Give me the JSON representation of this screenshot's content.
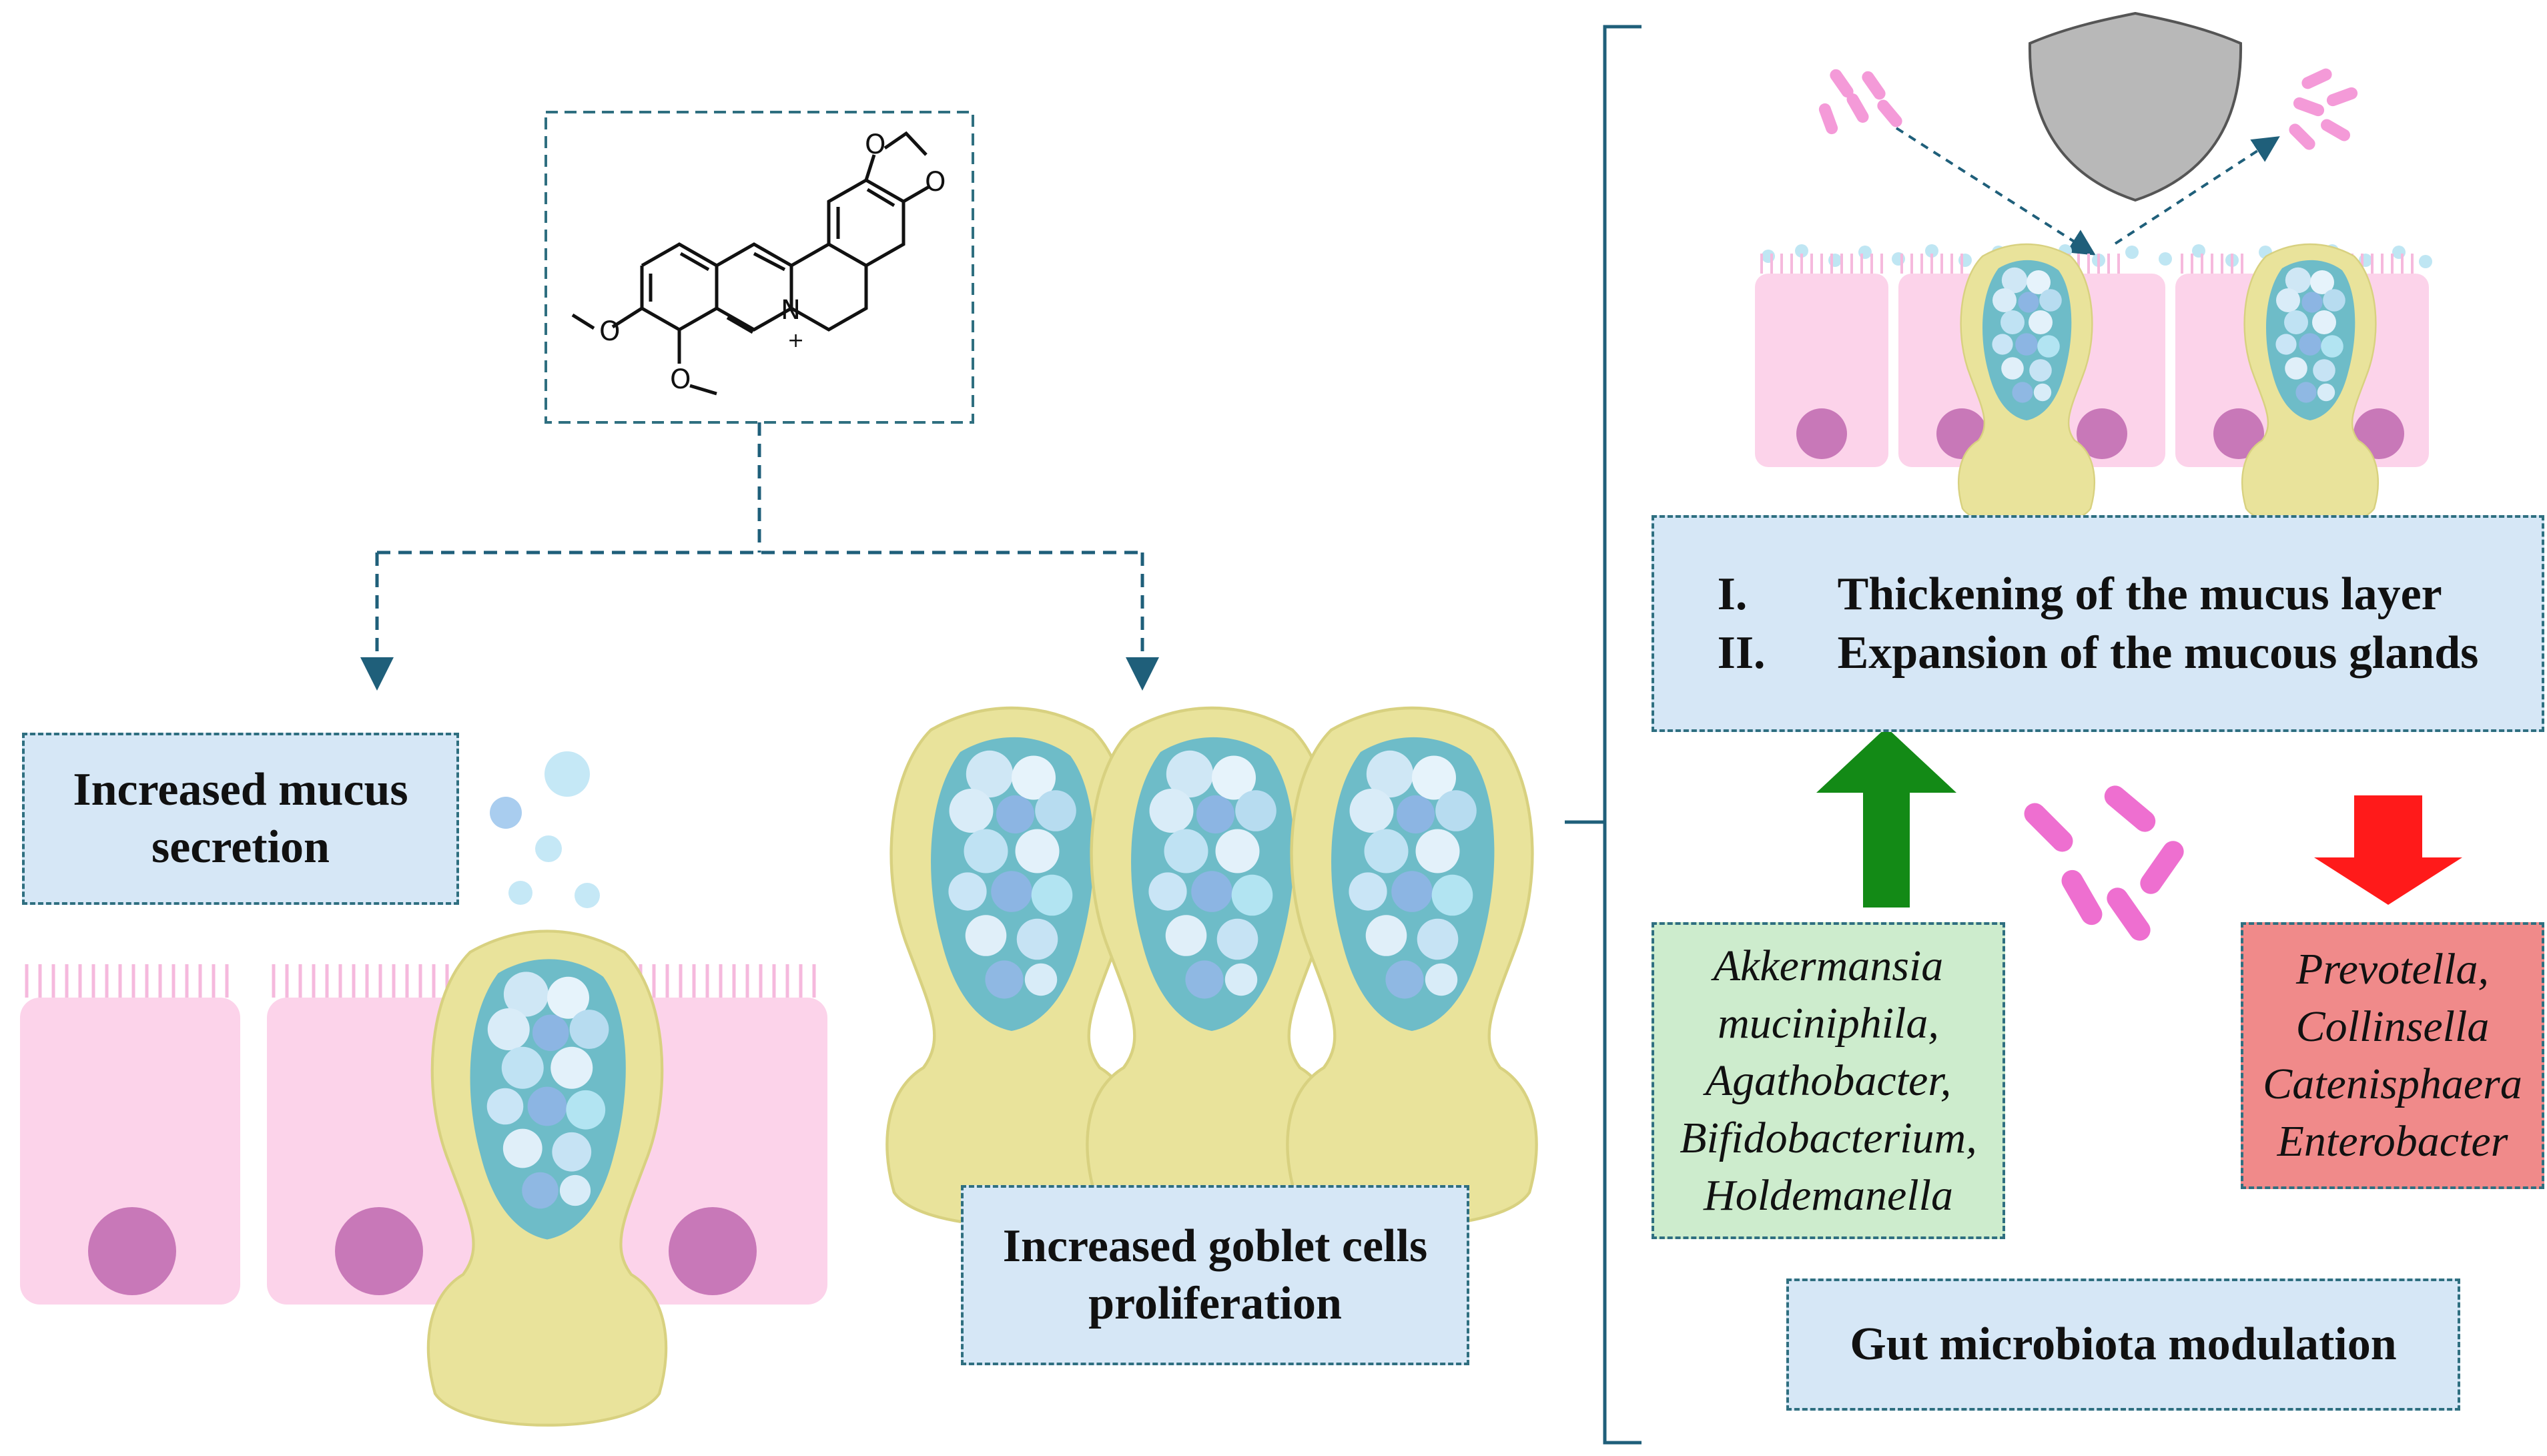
{
  "colors": {
    "connector": "#1f5f7a",
    "epithelium": "#fcd3ea",
    "nucleus": "#c878b8",
    "goblet": "#e9e39b",
    "mucus": "#b9e0ef",
    "bacteria": "#ee6fd0",
    "shield": "#b8b8b8",
    "up_arrow": "#138a16",
    "down_arrow": "#ff1a1a"
  },
  "compound": {
    "atom_labels": [
      "O",
      "O",
      "O",
      "O",
      "N",
      "+"
    ]
  },
  "left": {
    "mucus_label": [
      "Increased mucus",
      "secretion"
    ],
    "goblet_label": [
      "Increased goblet cells",
      "proliferation"
    ]
  },
  "right": {
    "effects": [
      {
        "numeral": "I.",
        "text": "Thickening of the mucus layer"
      },
      {
        "numeral": "II.",
        "text": "Expansion of the mucous glands"
      }
    ],
    "increased_taxa": [
      "Akkermansia",
      "muciniphila,",
      "Agathobacter,",
      "Bifidobacterium,",
      "Holdemanella"
    ],
    "decreased_taxa": [
      "Prevotella,",
      "Collinsella",
      "Catenisphaera",
      "Enterobacter"
    ],
    "microbiota_label": "Gut microbiota modulation"
  }
}
